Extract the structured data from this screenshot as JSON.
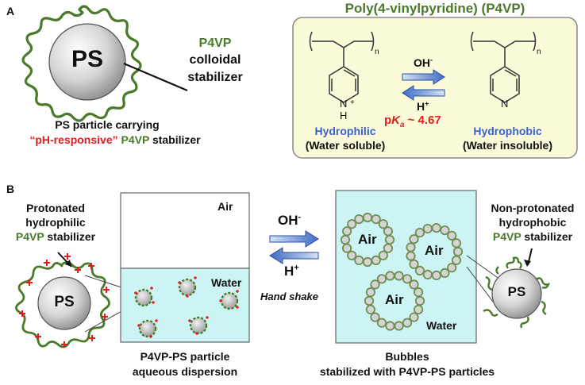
{
  "panel_a": {
    "label": "A",
    "particle_text": "PS",
    "stabilizer_name": "P4VP",
    "stabilizer_desc_1": "colloidal",
    "stabilizer_desc_2": "stabilizer",
    "caption_line1": "PS particle carrying",
    "caption_line2_quote": "“pH-responsive”",
    "caption_line2_p4vp": "P4VP",
    "caption_line2_rest": "stabilizer",
    "box_title": "Poly(4-vinylpyridine) (P4VP)",
    "subscript_n": "n",
    "nh_plus": "+",
    "nh_h": "H",
    "n_atom": "N",
    "oh": "OH",
    "oh_sup": "-",
    "h": "H",
    "h_sup": "+",
    "pka_p": "p",
    "pka_k": "K",
    "pka_a": "a",
    "pka_value": " ~ 4.67",
    "left_state": "Hydrophilic",
    "left_solubility": "(Water soluble)",
    "right_state": "Hydrophobic",
    "right_solubility": "(Water insoluble)"
  },
  "panel_b": {
    "label": "B",
    "left_note_1": "Protonated",
    "left_note_2": "hydrophilic",
    "left_note_p4vp": "P4VP",
    "left_note_3": "stabilizer",
    "particle_text": "PS",
    "air_label": "Air",
    "water_label": "Water",
    "oh": "OH",
    "oh_sup": "-",
    "h": "H",
    "h_sup": "+",
    "hand_shake": "Hand shake",
    "bubble_air": "Air",
    "bubble_water": "Water",
    "right_note_1": "Non-protonated",
    "right_note_2": "hydrophobic",
    "right_note_p4vp": "P4VP",
    "right_note_3": "stabilizer",
    "left_caption_1": "P4VP-PS particle",
    "left_caption_2": "aqueous dispersion",
    "right_caption_1": "Bubbles",
    "right_caption_2": "stabilized with P4VP-PS particles"
  },
  "colors": {
    "green": "#4a7a2a",
    "red": "#e01e1e",
    "blue": "#3a62c8",
    "box_fill": "#fbfbd9",
    "water": "#ccf4f4"
  }
}
